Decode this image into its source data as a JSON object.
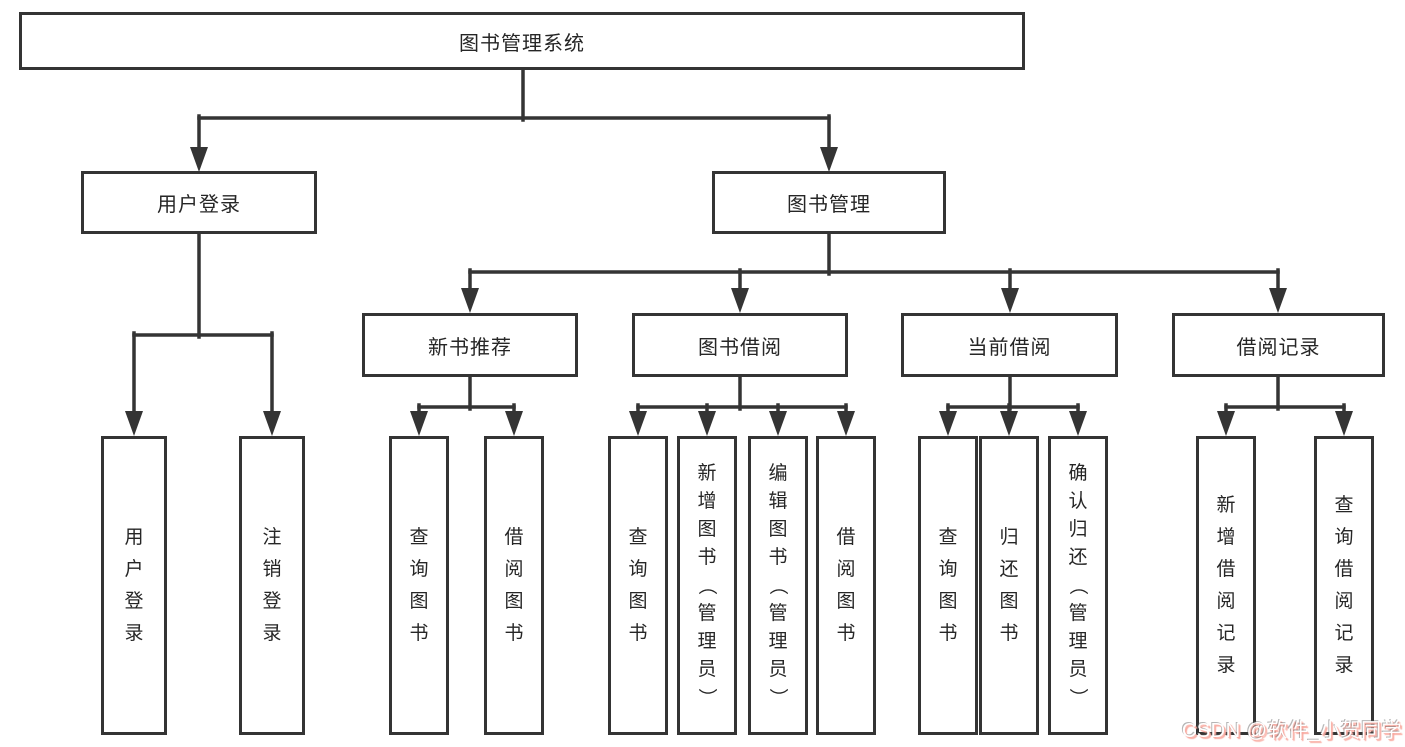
{
  "diagram": {
    "title_node": {
      "label": "图书管理系统"
    },
    "level2": [
      {
        "label": "用户登录"
      },
      {
        "label": "图书管理"
      }
    ],
    "level3": [
      {
        "label": "新书推荐",
        "parent": "图书管理"
      },
      {
        "label": "图书借阅",
        "parent": "图书管理"
      },
      {
        "label": "当前借阅",
        "parent": "图书管理"
      },
      {
        "label": "借阅记录",
        "parent": "图书管理"
      }
    ],
    "leaves": [
      {
        "label": "用户登录",
        "parent": "用户登录"
      },
      {
        "label": "注销登录",
        "parent": "用户登录"
      },
      {
        "label": "查询图书",
        "parent": "新书推荐"
      },
      {
        "label": "借阅图书",
        "parent": "新书推荐"
      },
      {
        "label": "查询图书",
        "parent": "图书借阅"
      },
      {
        "label": "新增图书（管理员）",
        "parent": "图书借阅"
      },
      {
        "label": "编辑图书（管理员）",
        "parent": "图书借阅"
      },
      {
        "label": "借阅图书",
        "parent": "图书借阅"
      },
      {
        "label": "查询图书",
        "parent": "当前借阅"
      },
      {
        "label": "归还图书",
        "parent": "当前借阅"
      },
      {
        "label": "确认归还（管理员）",
        "parent": "当前借阅"
      },
      {
        "label": "新增借阅记录",
        "parent": "借阅记录"
      },
      {
        "label": "查询借阅记录",
        "parent": "借阅记录"
      }
    ]
  },
  "watermark": {
    "text": "CSDN @软件_小贺同学"
  },
  "colors": {
    "line": "#343434",
    "text": "#262626",
    "background": "#ffffff",
    "watermark_text": "#ffffff",
    "watermark_shadow": "#f8a99f"
  }
}
